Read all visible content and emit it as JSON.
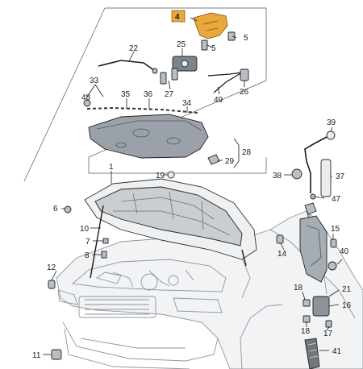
{
  "diagram": {
    "highlight_color": "#e9a93a",
    "labels": {
      "p1": "1",
      "p4": "4",
      "p5a": "5",
      "p5b": "5",
      "p6": "6",
      "p7": "7",
      "p8": "8",
      "p10": "10",
      "p11": "11",
      "p12": "12",
      "p14": "14",
      "p15": "15",
      "p16": "16",
      "p17": "17",
      "p18a": "18",
      "p18b": "18",
      "p19": "19",
      "p21": "21",
      "p22": "22",
      "p25": "25",
      "p26": "26",
      "p27": "27",
      "p28": "28",
      "p29": "29",
      "p33": "33",
      "p34": "34",
      "p35": "35",
      "p36": "36",
      "p37": "37",
      "p38": "38",
      "p39": "39",
      "p40": "40",
      "p41": "41",
      "p47": "47",
      "p48": "48",
      "p49": "49"
    }
  }
}
